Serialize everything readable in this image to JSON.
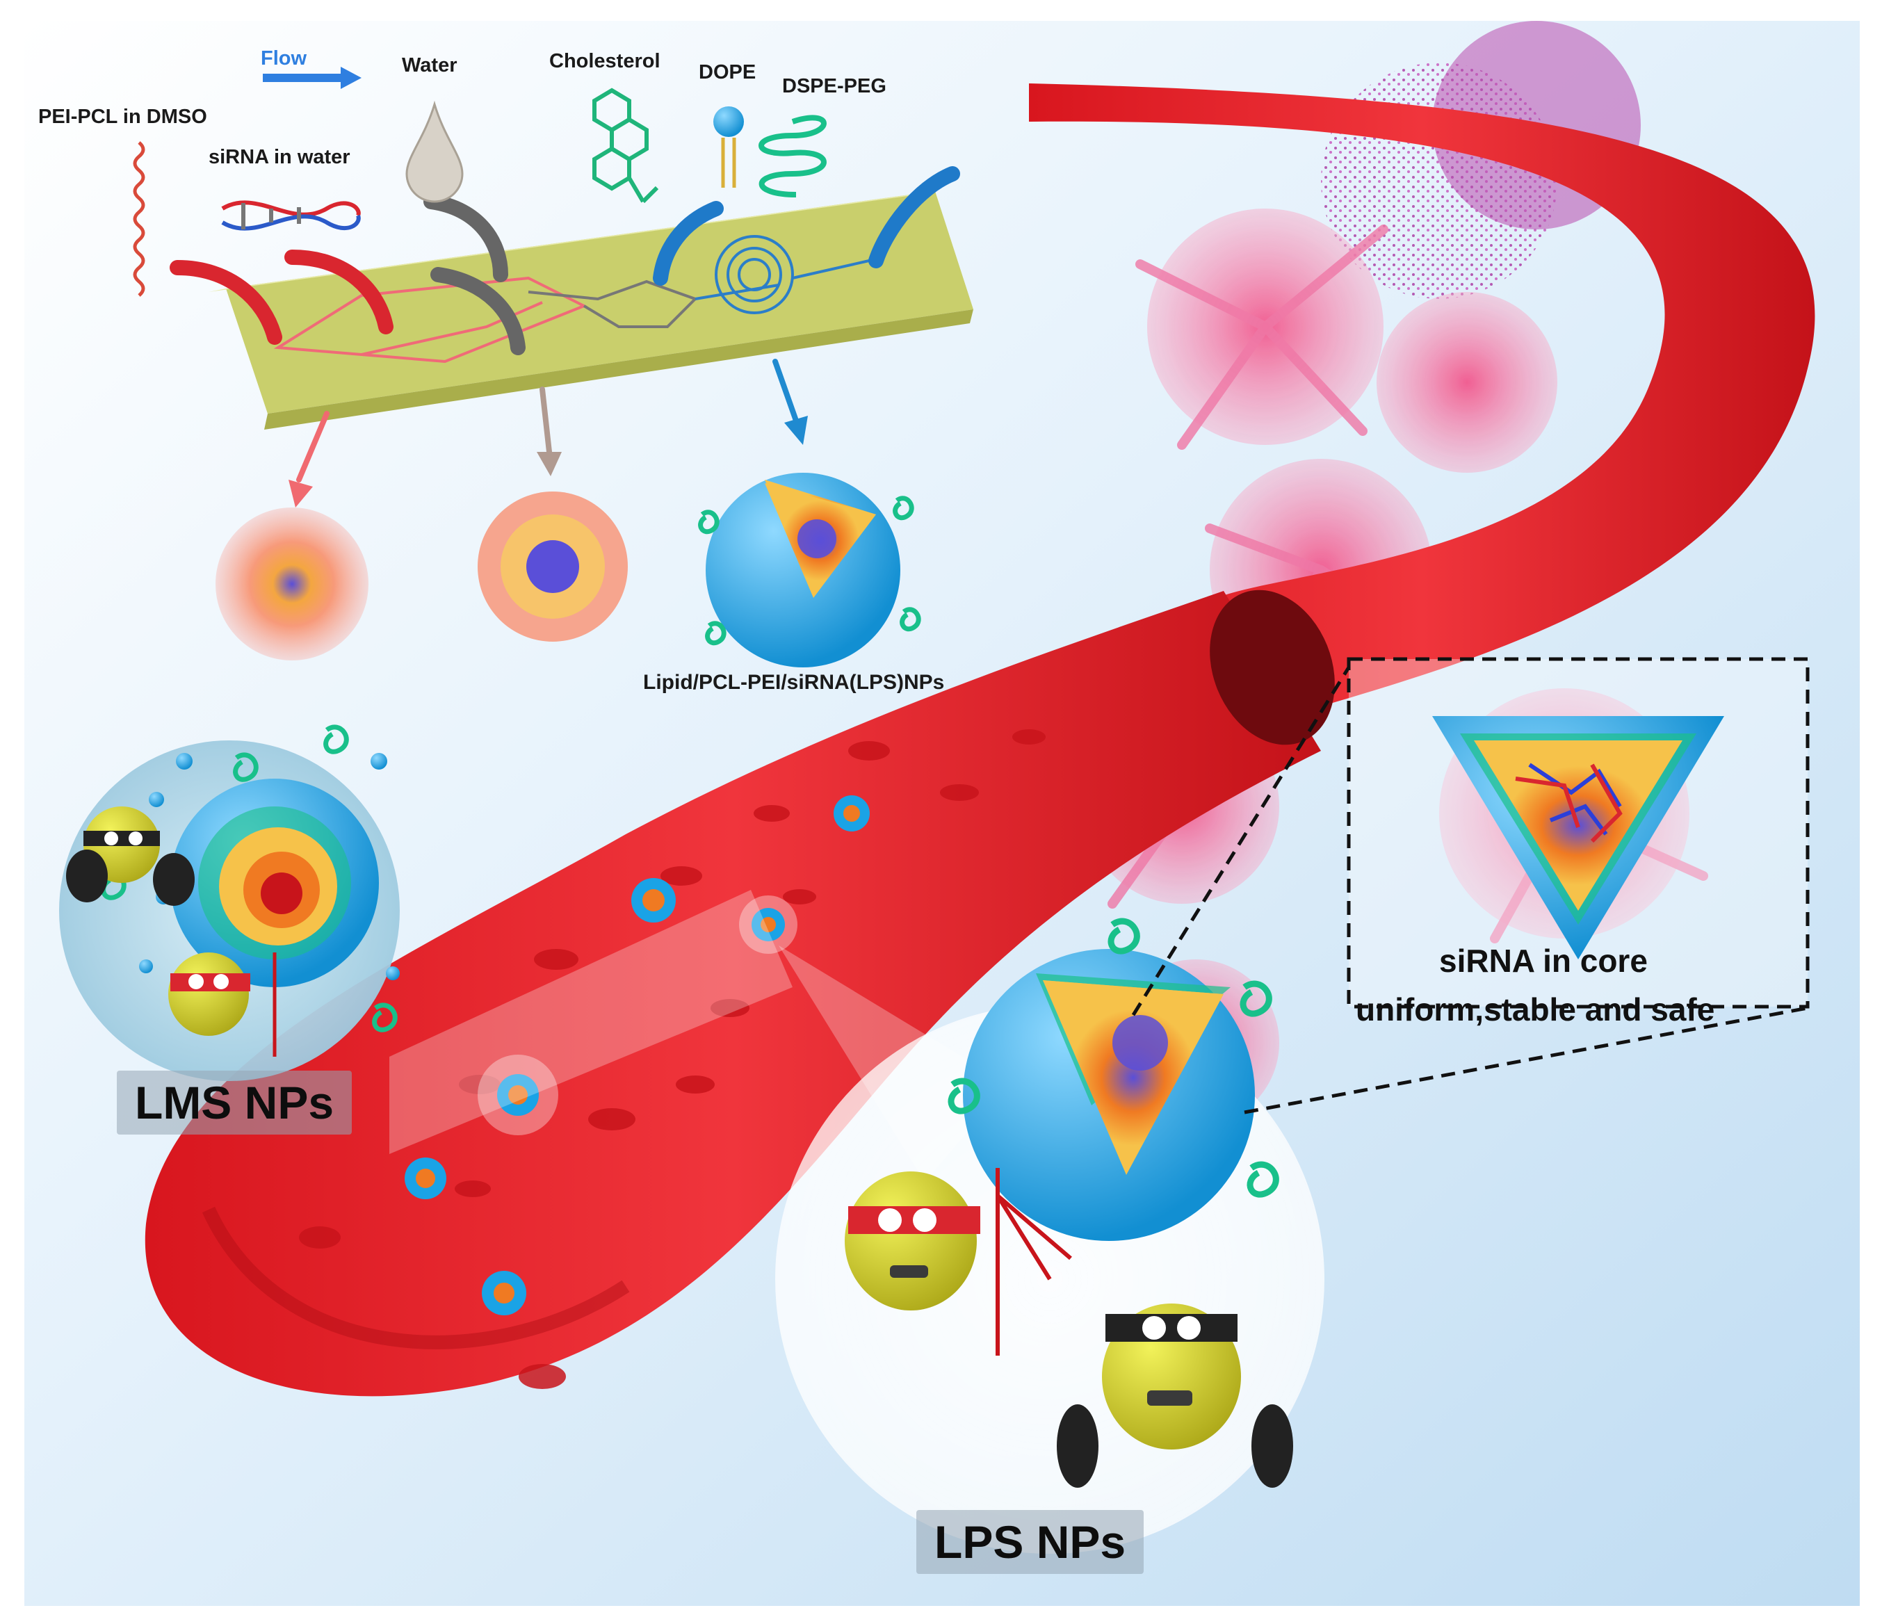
{
  "labels": {
    "flow": "Flow",
    "water": "Water",
    "cholesterol": "Cholesterol",
    "dope": "DOPE",
    "dspe_peg": "DSPE-PEG",
    "pei_pcl": "PEI-PCL in DMSO",
    "sirna_water": "siRNA in water",
    "lps_caption": "Lipid/PCL-PEI/siRNA(LPS)NPs",
    "lms_np": "LMS NPs",
    "lps_np": "LPS NPs",
    "inset_line1": "siRNA in core",
    "inset_line2": "uniform,stable and safe"
  },
  "colors": {
    "vessel": "#e8232b",
    "lipid_shell": "#1aa3e6",
    "peg": "#19c08a",
    "chip": "#dfe49a",
    "background_light": "#dcedf9",
    "character": "#d8d82a",
    "flow_arrow": "#2f7fe0"
  },
  "icons": [
    "dna-icon",
    "water-drop-icon",
    "cholesterol-icon",
    "dope-lipid-icon",
    "peg-coil-icon",
    "polymer-chain-icon"
  ]
}
